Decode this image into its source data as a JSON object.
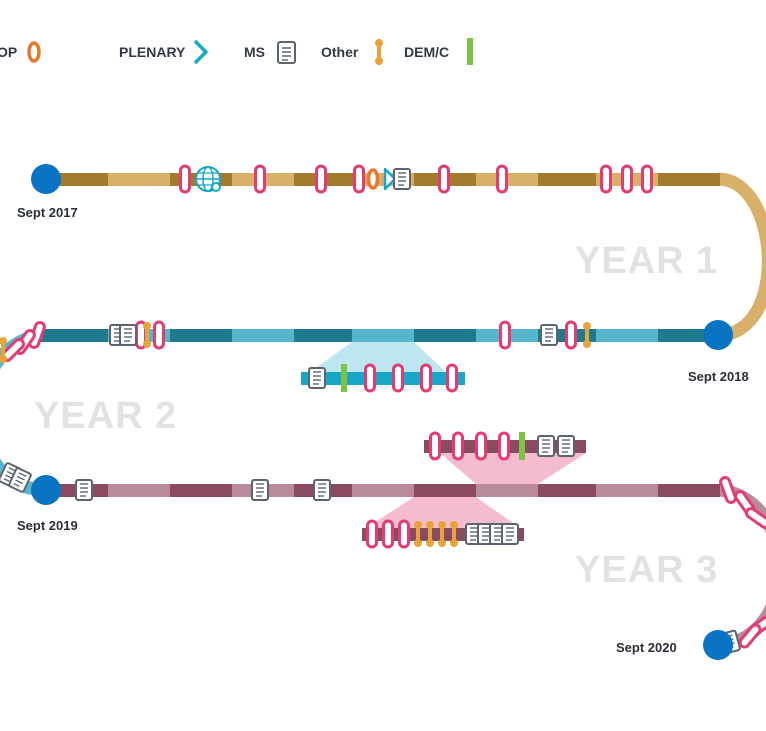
{
  "legend": {
    "items": [
      {
        "label": "OP",
        "icon": "orange-ring-icon",
        "color": "#e8792a"
      },
      {
        "label": "PLENARY",
        "icon": "plenary-chevron-icon",
        "color": "#16a6c9"
      },
      {
        "label": "MS",
        "icon": "document-icon",
        "color": "#5b6470"
      },
      {
        "label": "Other",
        "icon": "link-icon",
        "color": "#e8a33a"
      },
      {
        "label": "DEM/C",
        "icon": "green-bar-icon",
        "color": "#7cc443"
      }
    ]
  },
  "years": {
    "y1": "YEAR 1",
    "y2": "YEAR 2",
    "y3": "YEAR 3"
  },
  "dates": {
    "d2017": "Sept 2017",
    "d2018": "Sept 2018",
    "d2019": "Sept 2019",
    "d2020": "Sept 2020"
  },
  "colors": {
    "event_pink": "#e23c72",
    "milestone_blue": "#0a74c4",
    "year1_dark": "#a47b2e",
    "year1_light": "#d8b069",
    "year2_dark": "#1f7a8c",
    "year2_light": "#56b6cb",
    "year3_dark": "#8a4a62",
    "year3_light": "#b88a9b",
    "zoom_blue": "#bde6f1",
    "zoom_pink": "#f5bccd"
  }
}
